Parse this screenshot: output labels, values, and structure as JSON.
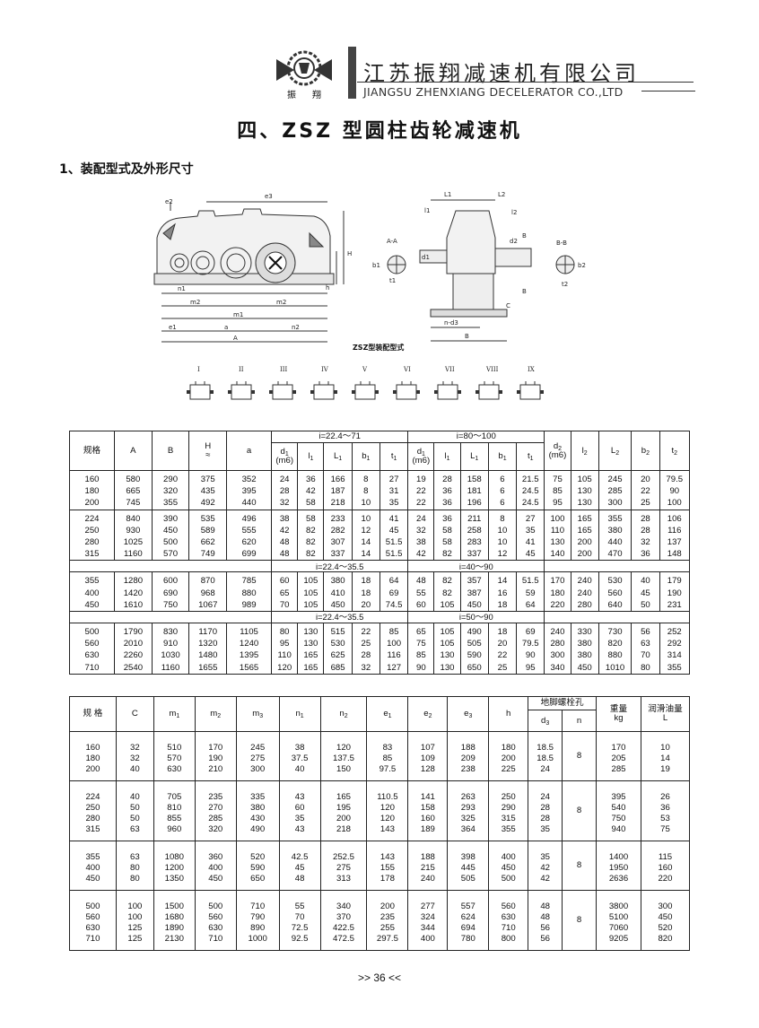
{
  "header": {
    "company_cn": "江苏振翔减速机有限公司",
    "company_en": "JIANGSU ZHENXIANG DECELERATOR CO.,LTD",
    "logo_text_left": "振",
    "logo_text_right": "翔"
  },
  "page_title": "四、ZSZ 型圆柱齿轮减速机",
  "section_title": "1、装配型式及外形尺寸",
  "diagram": {
    "caption": "ZSZ型装配型式",
    "left_labels": [
      "e2",
      "e3",
      "H",
      "h",
      "n1",
      "m2",
      "m1",
      "m2",
      "e1",
      "a",
      "n2",
      "A"
    ],
    "side_labels": [
      "L1",
      "L2",
      "l1",
      "l2",
      "A-A",
      "b1",
      "d1",
      "t1",
      "d2",
      "B",
      "B-B",
      "b2",
      "t2",
      "C",
      "n-d3",
      "B"
    ],
    "variants": [
      "I",
      "II",
      "III",
      "IV",
      "V",
      "VI",
      "VII",
      "VIII",
      "IX"
    ]
  },
  "table1": {
    "header": {
      "spec": "规格",
      "A": "A",
      "B": "B",
      "H": "H",
      "H_sub": "≈",
      "a": "a",
      "ratio1": "i=22.4～71",
      "ratio2": "i=80～100",
      "d1": "d",
      "d1_sub": "1",
      "m6": "(m6)",
      "l1": "l",
      "l1_sub": "1",
      "L1": "L",
      "L1_sub": "1",
      "b1": "b",
      "b1_sub": "1",
      "t1": "t",
      "t1_sub": "1",
      "d2": "d",
      "d2_sub": "2",
      "d2_m6": "(m6)",
      "l2": "l",
      "l2_sub": "2",
      "L2": "L",
      "L2_sub": "2",
      "b2": "b",
      "b2_sub": "2",
      "t2": "t",
      "t2_sub": "2"
    },
    "groups": [
      {
        "rows": [
          [
            "160",
            "580",
            "290",
            "375",
            "352",
            "24",
            "36",
            "166",
            "8",
            "27",
            "19",
            "28",
            "158",
            "6",
            "21.5",
            "75",
            "105",
            "245",
            "20",
            "79.5"
          ],
          [
            "180",
            "665",
            "320",
            "435",
            "395",
            "28",
            "42",
            "187",
            "8",
            "31",
            "22",
            "36",
            "181",
            "6",
            "24.5",
            "85",
            "130",
            "285",
            "22",
            "90"
          ],
          [
            "200",
            "745",
            "355",
            "492",
            "440",
            "32",
            "58",
            "218",
            "10",
            "35",
            "22",
            "36",
            "196",
            "6",
            "24.5",
            "95",
            "130",
            "300",
            "25",
            "100"
          ]
        ]
      },
      {
        "rows": [
          [
            "224",
            "840",
            "390",
            "535",
            "496",
            "38",
            "58",
            "233",
            "10",
            "41",
            "24",
            "36",
            "211",
            "8",
            "27",
            "100",
            "165",
            "355",
            "28",
            "106"
          ],
          [
            "250",
            "930",
            "450",
            "589",
            "555",
            "42",
            "82",
            "282",
            "12",
            "45",
            "32",
            "58",
            "258",
            "10",
            "35",
            "110",
            "165",
            "380",
            "28",
            "116"
          ],
          [
            "280",
            "1025",
            "500",
            "662",
            "620",
            "48",
            "82",
            "307",
            "14",
            "51.5",
            "38",
            "58",
            "283",
            "10",
            "41",
            "130",
            "200",
            "440",
            "32",
            "137"
          ],
          [
            "315",
            "1160",
            "570",
            "749",
            "699",
            "48",
            "82",
            "337",
            "14",
            "51.5",
            "42",
            "82",
            "337",
            "12",
            "45",
            "140",
            "200",
            "470",
            "36",
            "148"
          ]
        ]
      },
      {
        "ratio1": "i=22.4～35.5",
        "ratio2": "i=40～90",
        "rows": [
          [
            "355",
            "1280",
            "600",
            "870",
            "785",
            "60",
            "105",
            "380",
            "18",
            "64",
            "48",
            "82",
            "357",
            "14",
            "51.5",
            "170",
            "240",
            "530",
            "40",
            "179"
          ],
          [
            "400",
            "1420",
            "690",
            "968",
            "880",
            "65",
            "105",
            "410",
            "18",
            "69",
            "55",
            "82",
            "387",
            "16",
            "59",
            "180",
            "240",
            "560",
            "45",
            "190"
          ],
          [
            "450",
            "1610",
            "750",
            "1067",
            "989",
            "70",
            "105",
            "450",
            "20",
            "74.5",
            "60",
            "105",
            "450",
            "18",
            "64",
            "220",
            "280",
            "640",
            "50",
            "231"
          ]
        ]
      },
      {
        "ratio1": "i=22.4～35.5",
        "ratio2": "i=50～90",
        "rows": [
          [
            "500",
            "1790",
            "830",
            "1170",
            "1105",
            "80",
            "130",
            "515",
            "22",
            "85",
            "65",
            "105",
            "490",
            "18",
            "69",
            "240",
            "330",
            "730",
            "56",
            "252"
          ],
          [
            "560",
            "2010",
            "910",
            "1320",
            "1240",
            "95",
            "130",
            "530",
            "25",
            "100",
            "75",
            "105",
            "505",
            "20",
            "79.5",
            "280",
            "380",
            "820",
            "63",
            "292"
          ],
          [
            "630",
            "2260",
            "1030",
            "1480",
            "1395",
            "110",
            "165",
            "625",
            "28",
            "116",
            "85",
            "130",
            "590",
            "22",
            "90",
            "300",
            "380",
            "880",
            "70",
            "314"
          ],
          [
            "710",
            "2540",
            "1160",
            "1655",
            "1565",
            "120",
            "165",
            "685",
            "32",
            "127",
            "90",
            "130",
            "650",
            "25",
            "95",
            "340",
            "450",
            "1010",
            "80",
            "355"
          ]
        ]
      }
    ]
  },
  "table2": {
    "header": {
      "spec": "规 格",
      "C": "C",
      "m1": "m",
      "m1_sub": "1",
      "m2": "m",
      "m2_sub": "2",
      "m3": "m",
      "m3_sub": "3",
      "n1": "n",
      "n1_sub": "1",
      "n2": "n",
      "n2_sub": "2",
      "e1": "e",
      "e1_sub": "1",
      "e2": "e",
      "e2_sub": "2",
      "e3": "e",
      "e3_sub": "3",
      "h": "h",
      "bolt": "地脚螺栓孔",
      "d3": "d",
      "d3_sub": "3",
      "n": "n",
      "weight": "重量",
      "weight_unit": "kg",
      "oil": "润滑油量",
      "oil_unit": "L"
    },
    "groups": [
      {
        "n": "8",
        "rows": [
          [
            "160",
            "32",
            "510",
            "170",
            "245",
            "38",
            "120",
            "83",
            "107",
            "188",
            "180",
            "18.5",
            "170",
            "10"
          ],
          [
            "180",
            "32",
            "570",
            "190",
            "275",
            "37.5",
            "137.5",
            "85",
            "109",
            "209",
            "200",
            "18.5",
            "205",
            "14"
          ],
          [
            "200",
            "40",
            "630",
            "210",
            "300",
            "40",
            "150",
            "97.5",
            "128",
            "238",
            "225",
            "24",
            "285",
            "19"
          ]
        ]
      },
      {
        "n": "8",
        "rows": [
          [
            "224",
            "40",
            "705",
            "235",
            "335",
            "43",
            "165",
            "110.5",
            "141",
            "263",
            "250",
            "24",
            "395",
            "26"
          ],
          [
            "250",
            "50",
            "810",
            "270",
            "380",
            "60",
            "195",
            "120",
            "158",
            "293",
            "290",
            "28",
            "540",
            "36"
          ],
          [
            "280",
            "50",
            "855",
            "285",
            "430",
            "35",
            "200",
            "120",
            "160",
            "325",
            "315",
            "28",
            "750",
            "53"
          ],
          [
            "315",
            "63",
            "960",
            "320",
            "490",
            "43",
            "218",
            "143",
            "189",
            "364",
            "355",
            "35",
            "940",
            "75"
          ]
        ]
      },
      {
        "n": "8",
        "rows": [
          [
            "355",
            "63",
            "1080",
            "360",
            "520",
            "42.5",
            "252.5",
            "143",
            "188",
            "398",
            "400",
            "35",
            "1400",
            "115"
          ],
          [
            "400",
            "80",
            "1200",
            "400",
            "590",
            "45",
            "275",
            "155",
            "215",
            "445",
            "450",
            "42",
            "1950",
            "160"
          ],
          [
            "450",
            "80",
            "1350",
            "450",
            "650",
            "48",
            "313",
            "178",
            "240",
            "505",
            "500",
            "42",
            "2636",
            "220"
          ]
        ]
      },
      {
        "n": "8",
        "rows": [
          [
            "500",
            "100",
            "1500",
            "500",
            "710",
            "55",
            "340",
            "200",
            "277",
            "557",
            "560",
            "48",
            "3800",
            "300"
          ],
          [
            "560",
            "100",
            "1680",
            "560",
            "790",
            "70",
            "370",
            "235",
            "324",
            "624",
            "630",
            "48",
            "5100",
            "450"
          ],
          [
            "630",
            "125",
            "1890",
            "630",
            "890",
            "72.5",
            "422.5",
            "255",
            "344",
            "694",
            "710",
            "56",
            "7060",
            "520"
          ],
          [
            "710",
            "125",
            "2130",
            "710",
            "1000",
            "92.5",
            "472.5",
            "297.5",
            "400",
            "780",
            "800",
            "56",
            "9205",
            "820"
          ]
        ]
      }
    ]
  },
  "page_number": ">> 36 <<"
}
